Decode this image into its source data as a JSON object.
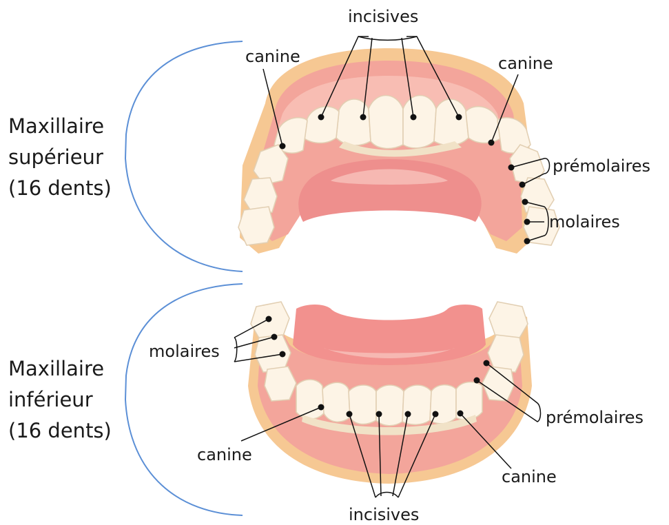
{
  "upper_jaw": {
    "title_lines": [
      "Maxillaire",
      "supérieur",
      "(16 dents)"
    ],
    "labels": {
      "incisives": "incisives",
      "canine_left": "canine",
      "canine_right": "canine",
      "premolaires": "prémolaires",
      "molaires": "molaires"
    }
  },
  "lower_jaw": {
    "title_lines": [
      "Maxillaire",
      "inférieur",
      "(16 dents)"
    ],
    "labels": {
      "molaires": "molaires",
      "canine_left": "canine",
      "canine_right": "canine",
      "premolaires": "prémolaires",
      "incisives": "incisives"
    }
  },
  "colors": {
    "bracket": "#5b8fd6",
    "gum": "#f3a59b",
    "gum_outer": "#f6c893",
    "tooth": "#fdf4e6",
    "palate": "#ee8f8d"
  }
}
